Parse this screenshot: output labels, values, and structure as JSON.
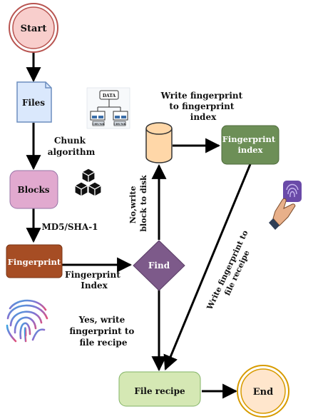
{
  "nodes": {
    "start": "Start",
    "files": "Files",
    "blocks": "Blocks",
    "fingerprint": "Fingerprint",
    "find": "Find",
    "fingerprint_index": [
      "Fingerprint",
      "index"
    ],
    "file_recipe": "File recipe",
    "end": "End"
  },
  "edge_labels": {
    "chunk": [
      "Chunk",
      "algorithm"
    ],
    "hash": "MD5/SHA-1",
    "fp_index": [
      "Fingerprint",
      "Index"
    ],
    "no_write": [
      "No,write",
      "block to disk"
    ],
    "write_fp_index": [
      "Write fingerprint",
      "to fingerprint",
      "index"
    ],
    "write_fp_recipe": [
      "Write fingerprint to",
      "file receipe"
    ],
    "yes_write": [
      "Yes, write",
      "fingerprint to",
      "file recipe"
    ]
  },
  "decor": {
    "data_label": "DATA",
    "chunk_label": "CHUNK"
  },
  "colors": {
    "start_fill": "#f8cecc",
    "start_stroke": "#b85450",
    "files_fill": "#dae8fc",
    "files_stroke": "#6c8ebf",
    "blocks_fill": "#e1a9cf",
    "fingerprint_fill": "#a64d24",
    "find_fill": "#7d5a8a",
    "index_fill": "#6d8f57",
    "recipe_fill": "#d5e8b4",
    "end_fill": "#ffe6cc",
    "end_stroke": "#d79b00",
    "disk_fill": "#ffd7a8"
  },
  "icons": [
    "data-chunk-icon",
    "cubes-icon",
    "fingerprint-icon",
    "fingerprint-scan-icon"
  ]
}
